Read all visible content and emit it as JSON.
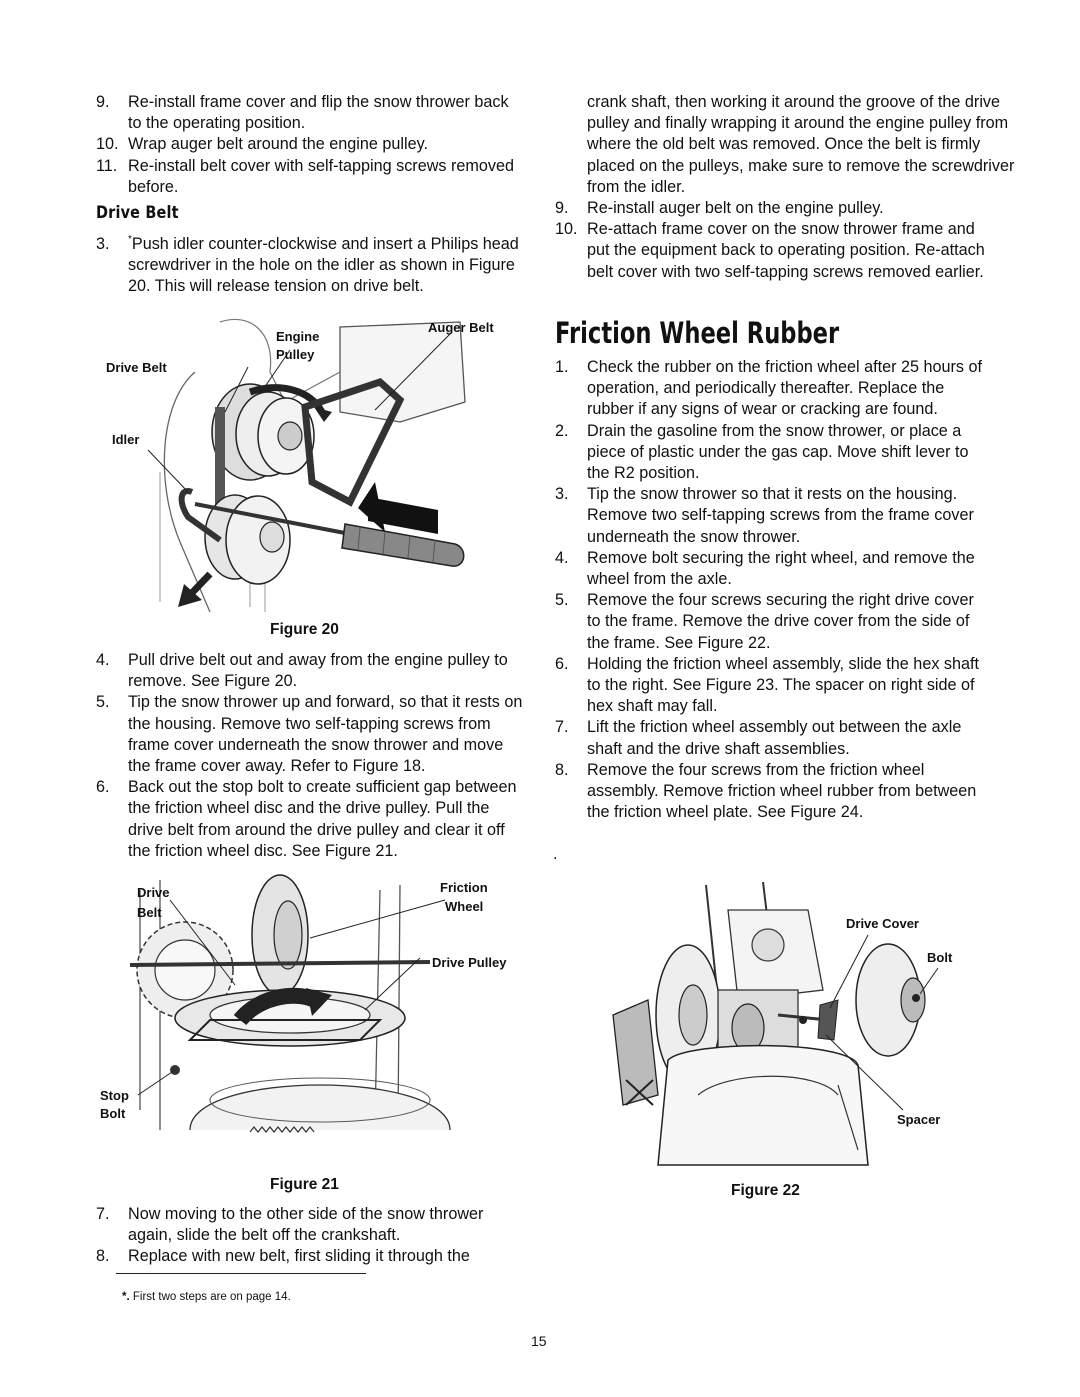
{
  "left_top_steps": [
    {
      "num": "9.",
      "text": "Re-install frame cover and flip the snow thrower back to the operating position."
    },
    {
      "num": "10.",
      "text": "Wrap auger belt around the engine pulley."
    },
    {
      "num": "11.",
      "text": "Re-install belt cover with self-tapping screws removed before."
    }
  ],
  "drive_belt_heading": "Drive Belt",
  "step3": {
    "num": "3.",
    "mark": "*",
    "text": "Push idler counter-clockwise and insert a Philips head screwdriver in the hole on the idler as shown in Figure 20. This will release tension on drive belt."
  },
  "figure20": {
    "caption": "Figure 20",
    "labels": {
      "engine": "Engine",
      "pulley": "Pulley",
      "auger_belt": "Auger Belt",
      "drive_belt": "Drive Belt",
      "idler": "Idler"
    }
  },
  "left_mid_steps": [
    {
      "num": "4.",
      "text": "Pull drive belt out and away from the engine pulley to remove. See Figure 20."
    },
    {
      "num": "5.",
      "text": "Tip the snow thrower up and forward, so that it rests on the housing. Remove two self-tapping screws from frame cover underneath the snow thrower and move the frame cover away. Refer to Figure 18."
    },
    {
      "num": "6.",
      "text": "Back out the stop bolt to create sufficient gap between the friction wheel disc and the drive pulley. Pull the drive belt from around the drive pulley and clear it off the friction wheel disc. See Figure 21."
    }
  ],
  "figure21": {
    "caption": "Figure 21",
    "labels": {
      "drive": "Drive",
      "belt": "Belt",
      "friction": "Friction",
      "wheel": "Wheel",
      "drive_pulley": "Drive Pulley",
      "stop": "Stop",
      "bolt": "Bolt"
    }
  },
  "left_bottom_steps": [
    {
      "num": "7.",
      "text": "Now moving to the other side of the snow thrower again, slide the belt off the crankshaft."
    },
    {
      "num": "8.",
      "text": "Replace with new belt, first sliding it through the"
    }
  ],
  "footnote": {
    "mark": "*.",
    "text": "First two steps are on page 14."
  },
  "right_continuation": "crank shaft, then working it around the groove of the drive pulley and finally wrapping it around the engine pulley from where the old belt was removed. Once the belt is firmly placed on the pulleys, make sure to remove the screwdriver from the idler.",
  "right_top_steps": [
    {
      "num": "9.",
      "text": "Re-install auger belt on the engine pulley."
    },
    {
      "num": "10.",
      "text": "Re-attach frame cover on the snow thrower frame and put the equipment back to operating position. Re-attach belt cover with two self-tapping screws removed earlier."
    }
  ],
  "friction_heading": "Friction Wheel Rubber",
  "friction_steps": [
    {
      "num": "1.",
      "text": "Check the rubber on the friction wheel after 25 hours of operation, and periodically thereafter. Replace the rubber if any signs of wear or cracking are found."
    },
    {
      "num": "2.",
      "text": "Drain the gasoline from the snow thrower, or place a piece of plastic under the gas cap. Move shift lever to the R2 position."
    },
    {
      "num": "3.",
      "text": "Tip the snow thrower so that it rests on the housing. Remove two self-tapping screws from the frame cover underneath the snow thrower."
    },
    {
      "num": "4.",
      "text": "Remove bolt securing the right wheel, and remove the wheel from the axle."
    },
    {
      "num": "5.",
      "text": "Remove the four screws securing the right drive cover to the frame. Remove the drive cover from the side of the frame. See Figure 22."
    },
    {
      "num": "6.",
      "text": "Holding the friction wheel assembly, slide the hex shaft to the right. See Figure 23. The spacer on right side of hex shaft may fall."
    },
    {
      "num": "7.",
      "text": "Lift the friction wheel assembly out between the axle shaft and the drive shaft assemblies."
    },
    {
      "num": "8.",
      "text": "Remove the four screws from the friction wheel assembly. Remove friction wheel rubber from between the friction wheel plate. See Figure 24."
    }
  ],
  "stray_period": ".",
  "figure22": {
    "caption": "Figure 22",
    "labels": {
      "drive_cover": "Drive Cover",
      "bolt": "Bolt",
      "spacer": "Spacer"
    }
  },
  "page_number": "15"
}
